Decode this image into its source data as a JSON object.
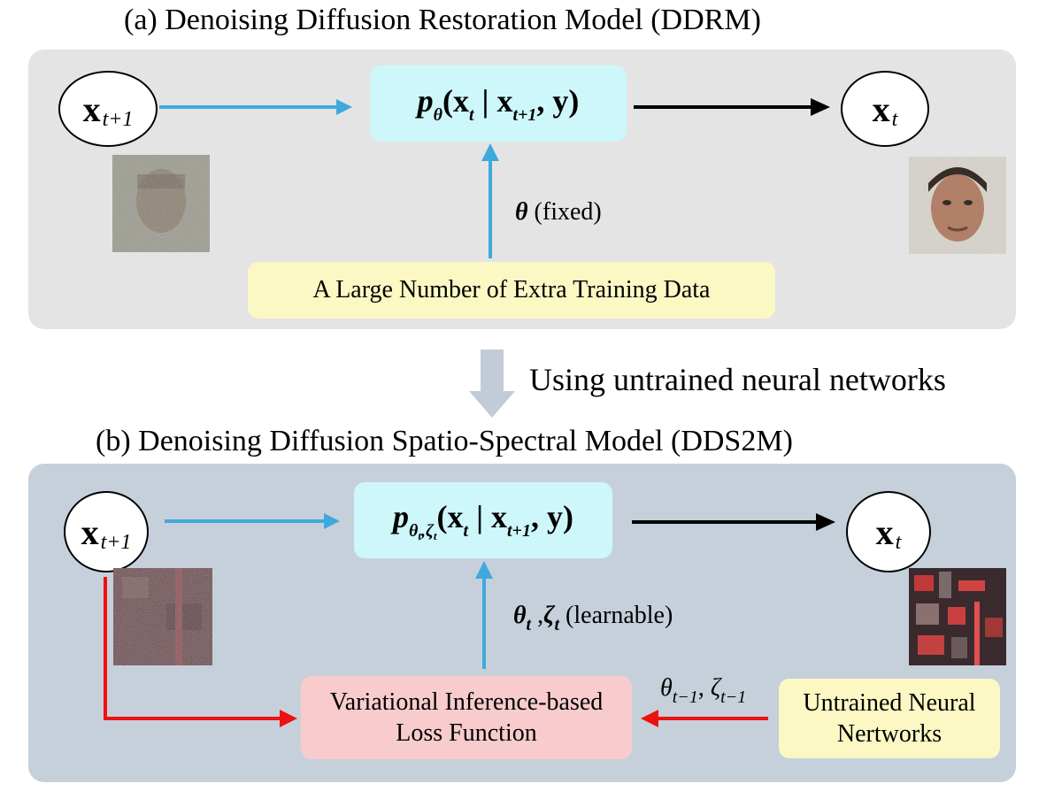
{
  "top": {
    "title": "(a) Denoising Diffusion Restoration Model (DDRM)",
    "node_left": {
      "x": "x",
      "sub": "t+1"
    },
    "node_right": {
      "x": "x",
      "sub": "t"
    },
    "formula": {
      "p": "p",
      "p_sub": "θ",
      "body": "(x",
      "xt_sub": "t",
      "bar": " | x",
      "x_sub": "t+1",
      "tail": ", y)"
    },
    "param_label": {
      "symbol": "θ",
      "text": " (fixed)"
    },
    "data_box": "A Large Number of Extra Training Data"
  },
  "transition": {
    "label": "Using untrained neural networks"
  },
  "bottom": {
    "title": "(b) Denoising Diffusion Spatio-Spectral Model (DDS2M)",
    "node_left": {
      "x": "x",
      "sub": "t+1"
    },
    "node_right": {
      "x": "x",
      "sub": "t"
    },
    "formula": {
      "p": "p",
      "p_sub": "θ",
      "p_sub_t": "t",
      "p_sub_sep": ",",
      "p_sub2": "ζ",
      "p_sub2_t": "t",
      "body": "(x",
      "xt_sub": "t",
      "bar": " | x",
      "x_sub": "t+1",
      "tail": ", y)"
    },
    "param_label": {
      "theta": "θ",
      "t1": "t",
      "sep": " ,",
      "zeta": "ζ",
      "t2": "t",
      "text": " (learnable)"
    },
    "loss_box": {
      "line1": "Variational Inference-based",
      "line2": "Loss Function"
    },
    "prev_label": {
      "theta": "θ",
      "t1": "t−1",
      "sep": ", ",
      "zeta": "ζ",
      "t2": "t−1"
    },
    "network_box": {
      "line1": "Untrained Neural",
      "line2": "Nertworks"
    }
  },
  "colors": {
    "panel_top": "#e4e4e4",
    "panel_bottom": "#c6d0da",
    "formula_box": "#cdf7fb",
    "data_box": "#fbf8c4",
    "loss_box": "#f8cccc",
    "blue_arrow": "#3fa9dd",
    "red_arrow": "#ee1111",
    "gray_arrow": "#c2ccd6"
  }
}
